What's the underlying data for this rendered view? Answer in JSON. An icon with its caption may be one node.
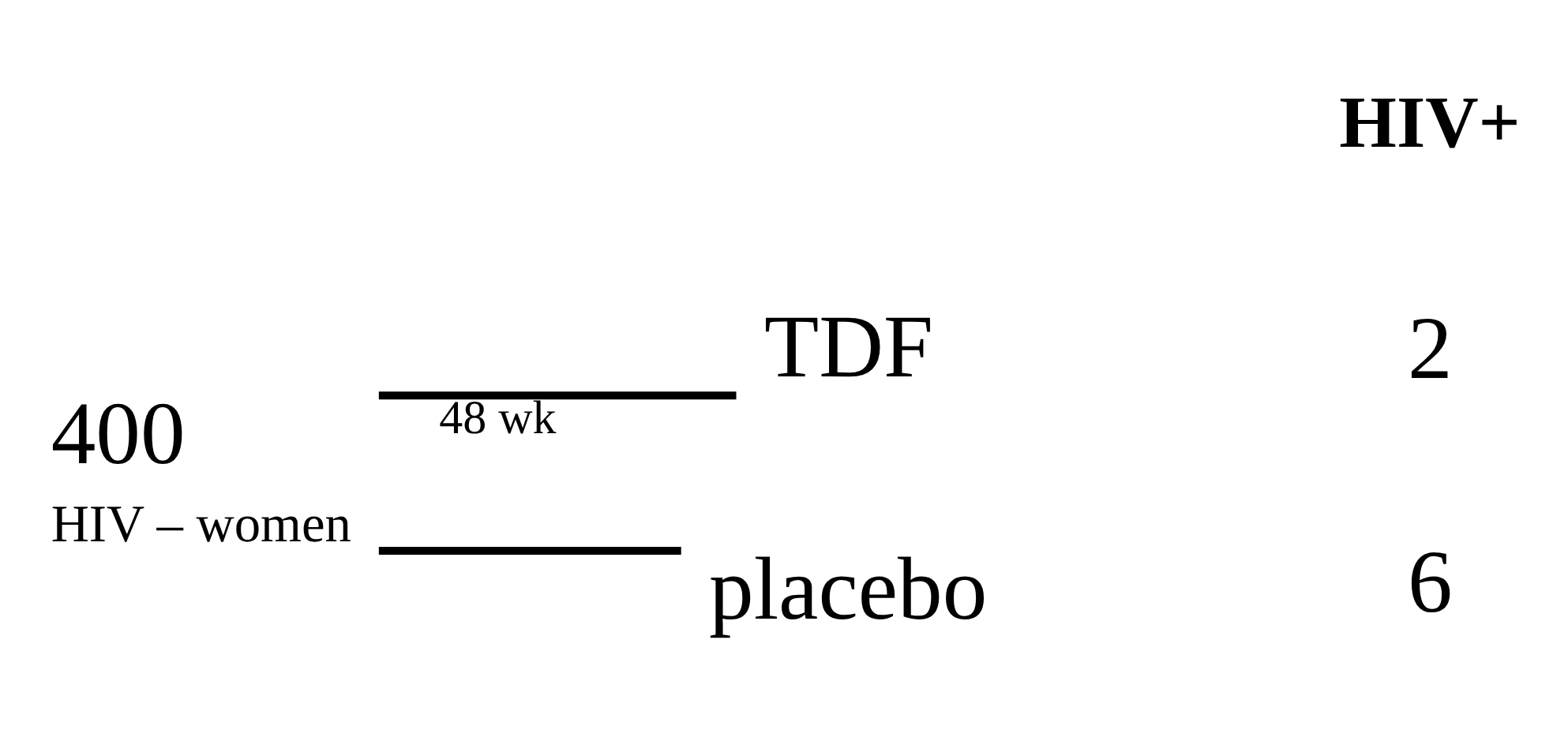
{
  "diagram": {
    "nodes": [
      {
        "text": [
          "400"
        ],
        "beside": [
          "HIV – women"
        ]
      },
      {
        "text": [
          "TDF"
        ]
      },
      {
        "text": [
          "placebo"
        ]
      }
    ],
    "edges": [
      {
        "from": 0,
        "to": 1,
        "arrow": "none",
        "label": "48 wk"
      },
      {
        "from": 0,
        "to": 2,
        "arrow": "none"
      }
    ],
    "labels": [
      "HIV+",
      "2",
      "6"
    ]
  }
}
